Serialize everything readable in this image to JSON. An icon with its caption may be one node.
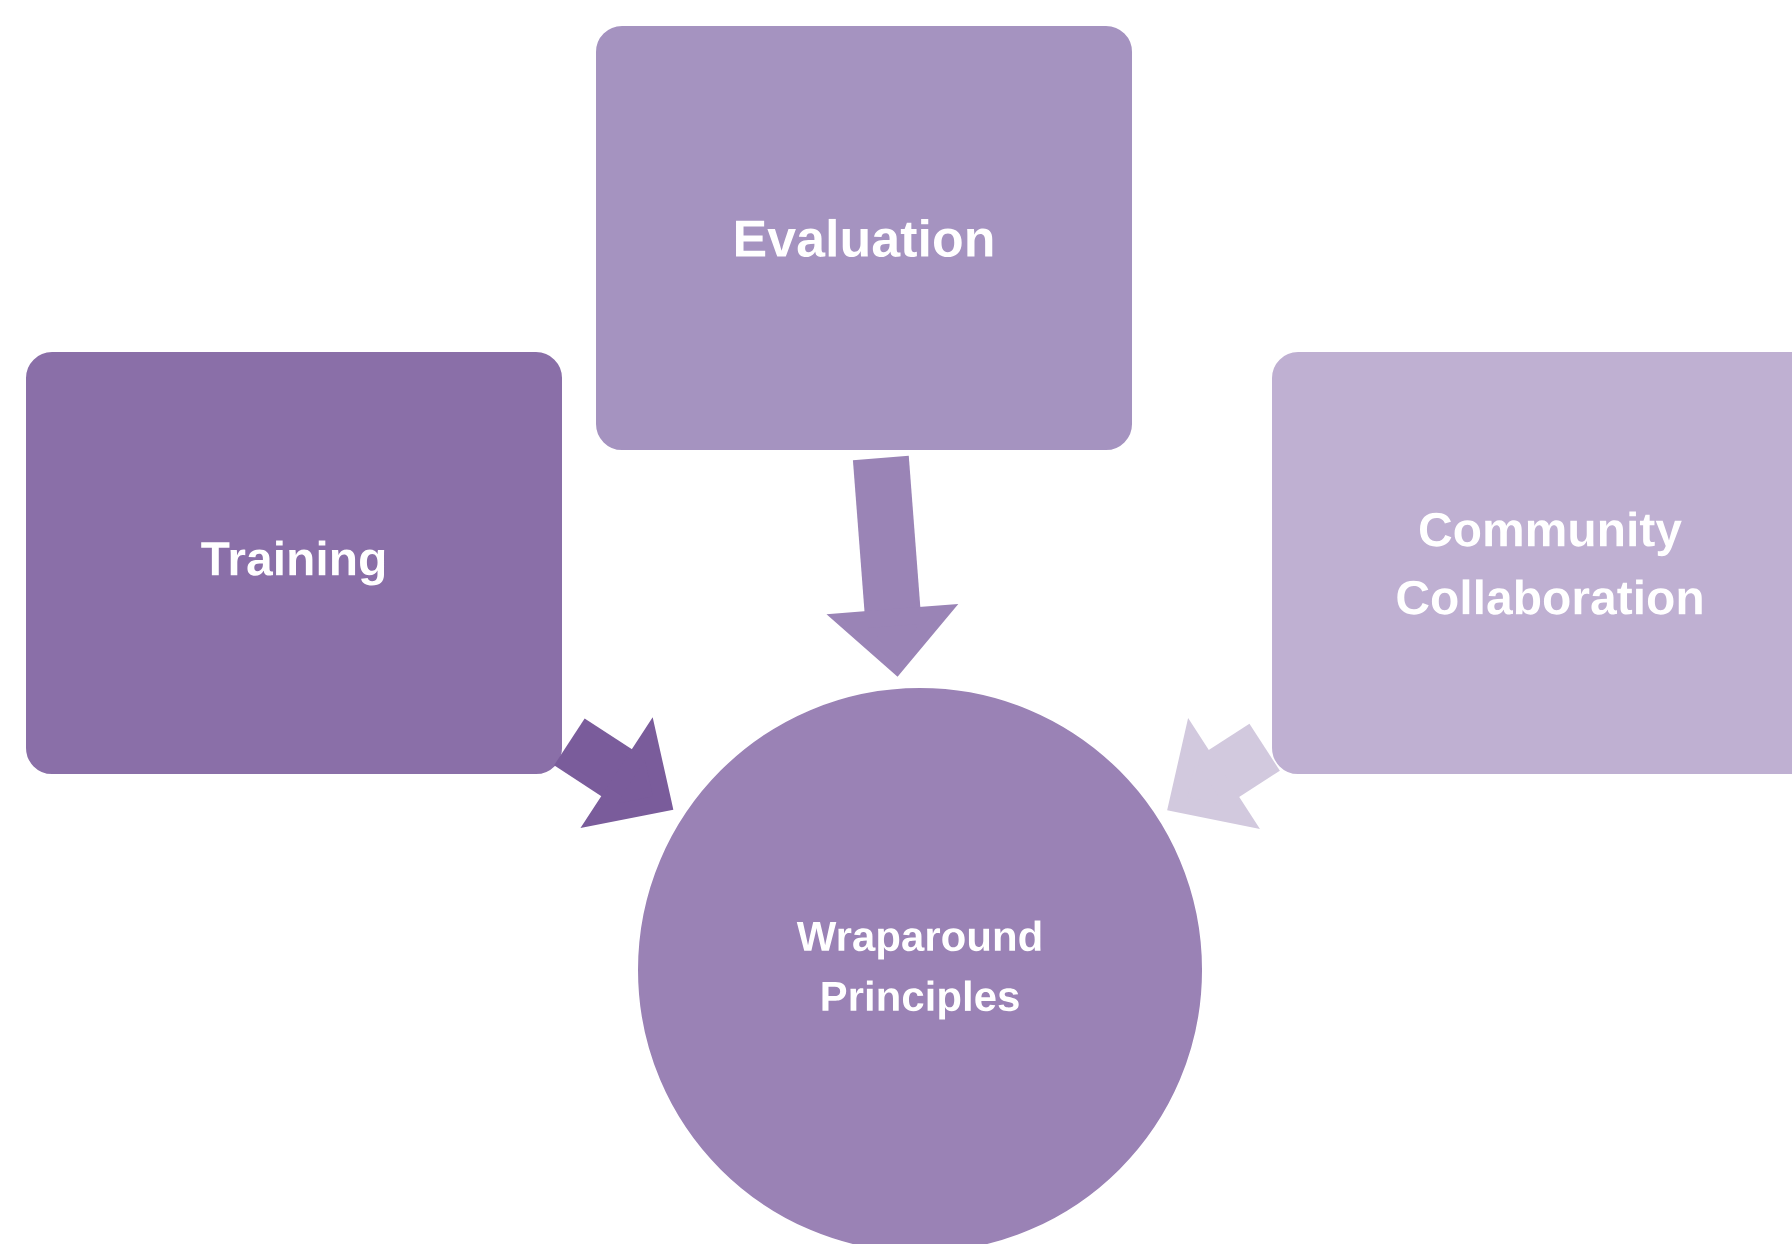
{
  "diagram": {
    "nodes": [
      {
        "text": [
          "Training"
        ]
      },
      {
        "text": [
          "Evaluation"
        ]
      },
      {
        "text": [
          "Community Collaboration"
        ]
      },
      {
        "text": [
          "Wraparound Principles"
        ]
      }
    ],
    "edges": [
      {
        "from": 0,
        "to": 3,
        "arrow": "to",
        "color": "#7a5c9b"
      },
      {
        "from": 1,
        "to": 3,
        "arrow": "to",
        "color": "#9a84b6"
      },
      {
        "from": 2,
        "to": 3,
        "arrow": "to",
        "color": "#d2c9de"
      }
    ]
  }
}
